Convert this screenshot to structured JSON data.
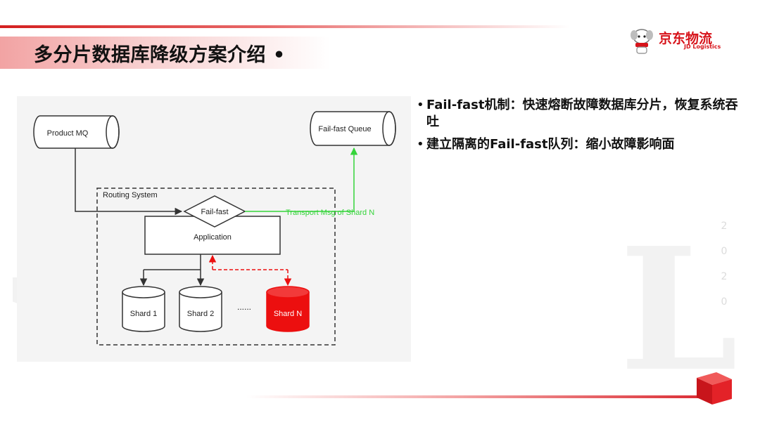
{
  "title": "多分片数据库降级方案介绍 •",
  "logo": {
    "cn": "京东物流",
    "en": "JD Logistics"
  },
  "diagram": {
    "product_mq": "Product MQ",
    "failfast_queue": "Fail-fast Queue",
    "routing_system": "Routing System",
    "failfast": "Fail-fast",
    "transport_label": "Transport Msg of Shard N",
    "application": "Application",
    "shards": [
      "Shard 1",
      "Shard 2",
      "Shard N"
    ],
    "ellipsis": "......",
    "colors": {
      "green": "#35d43a",
      "red": "#ec0f0f",
      "line": "#333333"
    }
  },
  "bullets": [
    "Fail-fast机制：快速熔断故障数据库分片，恢复系统吞吐",
    "建立隔离的Fail-fast队列：缩小故障影响面"
  ],
  "year": [
    "2",
    "0",
    "2",
    "0"
  ]
}
